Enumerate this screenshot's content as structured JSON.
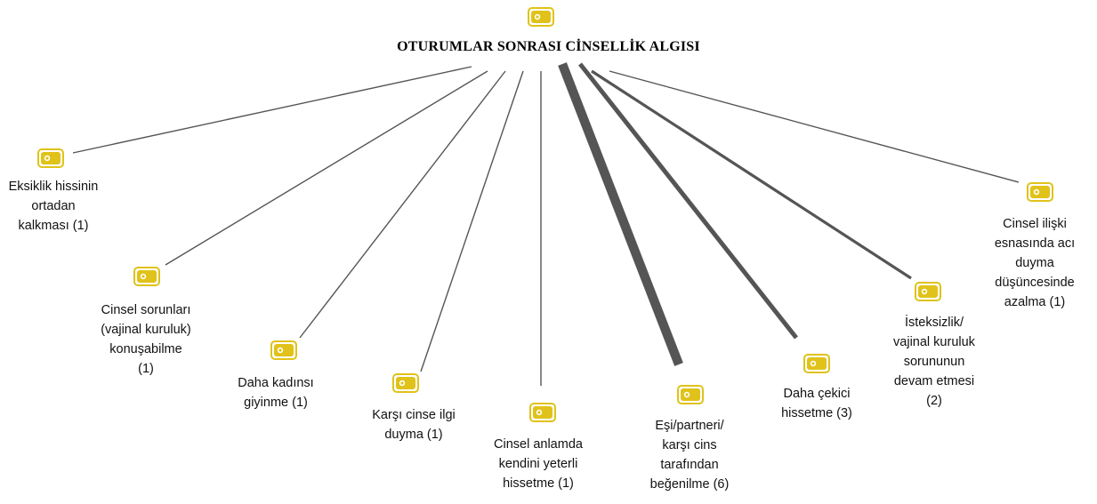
{
  "root": {
    "title": "OTURUMLAR SONRASI CİNSELLİK ALGISI",
    "icon": "code-icon"
  },
  "colors": {
    "icon": "#e0c21a",
    "icon_inner": "#ffffff",
    "edge": "#555555"
  },
  "nodes": [
    {
      "id": "eksiklik",
      "label": "Eksiklik hissinin\nortadan\nkalkması (1)",
      "count": 1
    },
    {
      "id": "cinsel-sorunlari",
      "label": "Cinsel sorunları\n(vajinal kuruluk)\nkonuşabilme\n(1)",
      "count": 1
    },
    {
      "id": "kadinsi",
      "label": "Daha kadınsı\ngiyinme (1)",
      "count": 1
    },
    {
      "id": "karsi-cins",
      "label": "Karşı cinse ilgi\nduyma (1)",
      "count": 1
    },
    {
      "id": "yeterli",
      "label": "Cinsel anlamda\nkendini yeterli\nhissetme (1)",
      "count": 1
    },
    {
      "id": "begenilme",
      "label": "Eşi/partneri/\nkarşı cins\ntarafından\nbeğenilme (6)",
      "count": 6
    },
    {
      "id": "cekici",
      "label": "Daha çekici\nhissetme (3)",
      "count": 3
    },
    {
      "id": "isteksizlik",
      "label": "İsteksizlik/\nvajinal kuruluk\nsorununun\ndevam etmesi\n(2)",
      "count": 2
    },
    {
      "id": "aci",
      "label": "Cinsel ilişki\nesnasında acı\nduyma\ndüşüncesinde\nazalma (1)",
      "count": 1
    }
  ]
}
